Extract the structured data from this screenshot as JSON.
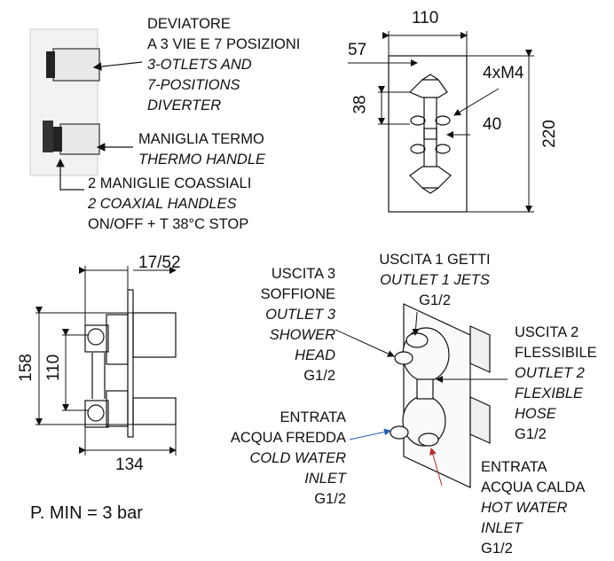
{
  "diverter": {
    "lines": [
      "DEVIATORE",
      "A 3 VIE E 7 POSIZIONI",
      "3-OTLETS AND",
      "7-POSITIONS",
      "DIVERTER"
    ]
  },
  "thermo_handle": {
    "lines": [
      "MANIGLIA TERMO",
      "THERMO HANDLE"
    ]
  },
  "coaxial_handles": {
    "lines": [
      "2 MANIGLIE COASSIALI",
      "2 COAXIAL HANDLES",
      "ON/OFF + T 38°C STOP"
    ]
  },
  "front_dims": {
    "width": "110",
    "offset": "57",
    "hole_spacing": "38",
    "hole_spacing_right": "40",
    "height": "220",
    "screws": "4xM4"
  },
  "side_dims": {
    "depth": "17/52",
    "height": "158",
    "inner_height": "110",
    "width": "134"
  },
  "pressure": "P. MIN = 3 bar",
  "outlet_3": {
    "lines": [
      "USCITA 3",
      "SOFFIONE",
      "OUTLET 3",
      "SHOWER",
      "HEAD",
      "G1/2"
    ]
  },
  "outlet_1": {
    "lines": [
      "USCITA 1 GETTI",
      "OUTLET 1 JETS",
      "G1/2"
    ]
  },
  "outlet_2": {
    "lines": [
      "USCITA 2",
      "FLESSIBILE",
      "OUTLET 2",
      "FLEXIBLE",
      "HOSE",
      "G1/2"
    ]
  },
  "cold_inlet": {
    "lines": [
      "ENTRATA",
      "ACQUA FREDDA",
      "COLD WATER",
      "INLET",
      "G1/2"
    ]
  },
  "hot_inlet": {
    "lines": [
      "ENTRATA",
      "ACQUA CALDA",
      "HOT WATER",
      "INLET",
      "G1/2"
    ]
  },
  "colors": {
    "line": "#111111",
    "cold_arrow": "#2a5db0",
    "hot_arrow": "#b02a2a"
  }
}
